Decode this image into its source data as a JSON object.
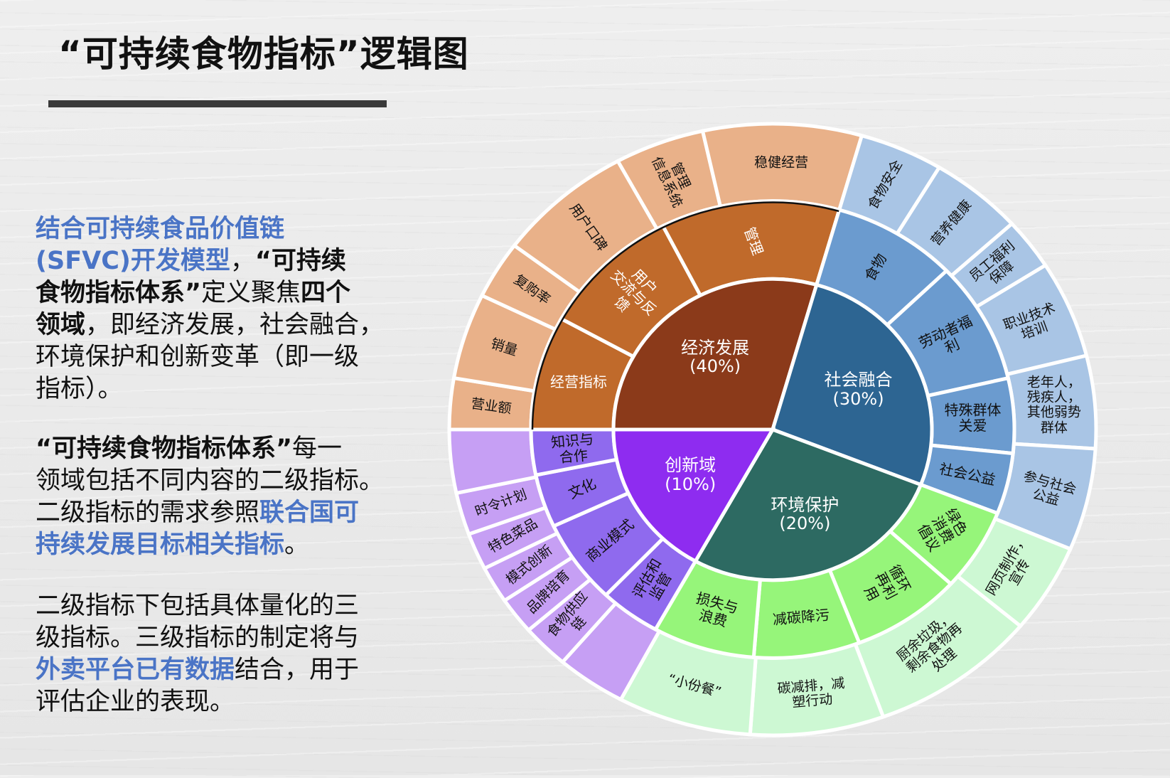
{
  "title": "“可持续食物指标”逻辑图",
  "paragraphs": [
    {
      "lines": [
        [
          {
            "t": "结合可持续食品价值链",
            "s": "h"
          }
        ],
        [
          {
            "t": "(SFVC)开发模型",
            "s": "h"
          },
          {
            "t": "，",
            "s": "n"
          },
          {
            "t": "“可持续",
            "s": "b"
          }
        ],
        [
          {
            "t": "食物指标体系”",
            "s": "b"
          },
          {
            "t": "定义聚焦",
            "s": "n"
          },
          {
            "t": "四个",
            "s": "b"
          }
        ],
        [
          {
            "t": "领域",
            "s": "b"
          },
          {
            "t": "，即经济发展，社会融合，",
            "s": "n"
          }
        ],
        [
          {
            "t": "环境保护和创新变革（即一级",
            "s": "n"
          }
        ],
        [
          {
            "t": "指标）。",
            "s": "n"
          }
        ]
      ]
    },
    {
      "lines": [
        [
          {
            "t": "“可持续食物指标体系”",
            "s": "b"
          },
          {
            "t": "每一",
            "s": "n"
          }
        ],
        [
          {
            "t": "领域包括不同内容的二级指标。",
            "s": "n"
          }
        ],
        [
          {
            "t": "二级指标的需求参照",
            "s": "n"
          },
          {
            "t": "联合国可",
            "s": "h"
          }
        ],
        [
          {
            "t": "持续发展目标相关指标",
            "s": "h"
          },
          {
            "t": "。",
            "s": "n"
          }
        ]
      ]
    },
    {
      "lines": [
        [
          {
            "t": "二级指标下包括具体量化的三",
            "s": "n"
          }
        ],
        [
          {
            "t": "级指标。三级指标的制定将与",
            "s": "n"
          }
        ],
        [
          {
            "t": "外卖平台已有数据",
            "s": "h"
          },
          {
            "t": "结合，用于",
            "s": "n"
          }
        ],
        [
          {
            "t": "评估企业的表现。",
            "s": "n"
          }
        ]
      ]
    }
  ],
  "diagram": {
    "domains": [
      {
        "name": "经济发展\n(40%)",
        "colors": {
          "core": "#8b3a1a",
          "mid": "#c06a2b",
          "outer": "#e9b189",
          "mid_text": "#ffffff"
        },
        "mid": [
          "经营指标",
          "用户\n交流与反\n馈",
          "管理"
        ],
        "outer": [
          "营业额",
          "销量",
          "复购率",
          "用户口碑",
          "管理\n信息系统",
          "稳健经营"
        ]
      },
      {
        "name": "社会融合\n(30%)",
        "colors": {
          "core": "#2d6592",
          "mid": "#6b9bcf",
          "outer": "#a9c5e5",
          "mid_text": "#111111"
        },
        "mid": [
          "食物",
          "劳动者福\n利",
          "特殊群体\n关爱",
          "社会公益"
        ],
        "outer": [
          "食物安全",
          "营养健康",
          "员工福利\n保障",
          "职业技术\n培训",
          "老年人，\n残疾人，\n其他弱势\n群体",
          "参与社会\n公益"
        ]
      },
      {
        "name": "环境保护\n(20%)",
        "colors": {
          "core": "#2d6a62",
          "mid": "#96f57a",
          "outer": "#cdf8d3",
          "mid_text": "#111111"
        },
        "mid": [
          "绿色\n消费\n倡议",
          "循环\n再利\n用",
          "减碳降污",
          "损失与\n浪费"
        ],
        "outer": [
          "网页制作，\n宣传",
          "厨余垃圾，\n剩余食物再\n处理",
          "碳减排，减\n塑行动",
          "“小份餐”"
        ]
      },
      {
        "name": "创新域\n(10%)",
        "colors": {
          "core": "#8e2cf0",
          "mid": "#8f6aee",
          "outer": "#c69ff4",
          "mid_text": "#111111"
        },
        "mid": [
          "评估和\n监管",
          "商业模式",
          "文化",
          "知识与\n合作"
        ],
        "outer": [
          "",
          "食物供应\n链",
          "品牌培育",
          "模式创新",
          "特色菜品",
          "时令计划",
          ""
        ]
      }
    ]
  }
}
